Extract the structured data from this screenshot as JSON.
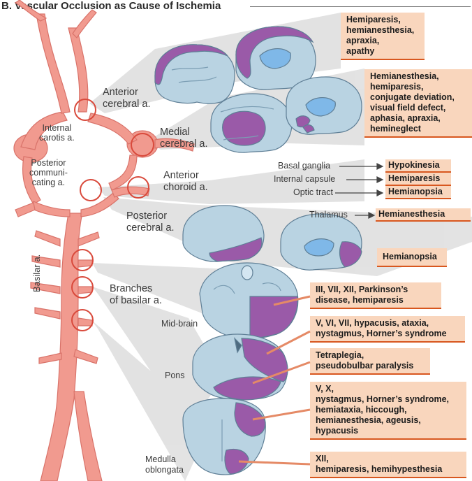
{
  "title": "B. Vascular Occlusion as Cause of Ischemia",
  "vessels": {
    "internal_carotis": [
      "Internal",
      "carotis a."
    ],
    "posterior_communicating": [
      "Posterior",
      "communi-",
      "cating a."
    ],
    "basilar": "Basilar a.",
    "anterior_cerebral": [
      "Anterior",
      "cerebral a."
    ],
    "medial_cerebral": [
      "Medial",
      "cerebral a."
    ],
    "anterior_choroid": [
      "Anterior",
      "choroid a."
    ],
    "posterior_cerebral": [
      "Posterior",
      "cerebral a."
    ],
    "branches_basilar": [
      "Branches",
      "of basilar a."
    ]
  },
  "brainstem_labels": {
    "midbrain": "Mid-brain",
    "pons": "Pons",
    "medulla": [
      "Medulla",
      "oblongata"
    ]
  },
  "deficit_boxes": {
    "anterior_cerebral": [
      "Hemiparesis,",
      "hemianesthesia,",
      "apraxia,",
      "apathy"
    ],
    "medial_cerebral": [
      "Hemianesthesia,",
      "hemiparesis,",
      "conjugate deviation,",
      "visual field defect,",
      "aphasia, apraxia,",
      "hemineglect"
    ],
    "posterior_cerebral": [
      "Hemianopsia"
    ],
    "midbrain": [
      "III, VII, XII, Parkinson’s",
      "disease, hemiparesis"
    ],
    "pons_upper": [
      "V, VI, VII, hypacusis, ataxia,",
      "nystagmus, Horner’s syndrome"
    ],
    "pons_lower": [
      "Tetraplegia,",
      "pseudobulbar paralysis"
    ],
    "medulla_upper": [
      "V, X,",
      "nystagmus, Horner’s syndrome,",
      "hemiataxia, hiccough,",
      "hemianesthesia, ageusis,",
      "hypacusis"
    ],
    "medulla_lower": [
      "XII,",
      "hemiparesis, hemihypesthesia"
    ]
  },
  "choroid_structures": [
    {
      "structure": "Basal ganglia",
      "deficit": "Hypokinesia"
    },
    {
      "structure": "Internal capsule",
      "deficit": "Hemiparesis"
    },
    {
      "structure": "Optic tract",
      "deficit": "Hemianopsia"
    }
  ],
  "thalamus": {
    "structure": "Thalamus",
    "deficit": "Hemianesthesia"
  },
  "colors": {
    "artery": "#f19a8f",
    "artery_edge": "#d9736a",
    "brain_tissue": "#b9d3e2",
    "brain_edge": "#5f7f96",
    "infarct": "#9a5aa8",
    "ventricle": "#7fb8e8",
    "box_fill": "#f9d6bd",
    "box_rule": "#d8571f",
    "ring": "#d94a3c",
    "beam": "#dcdcdc"
  }
}
